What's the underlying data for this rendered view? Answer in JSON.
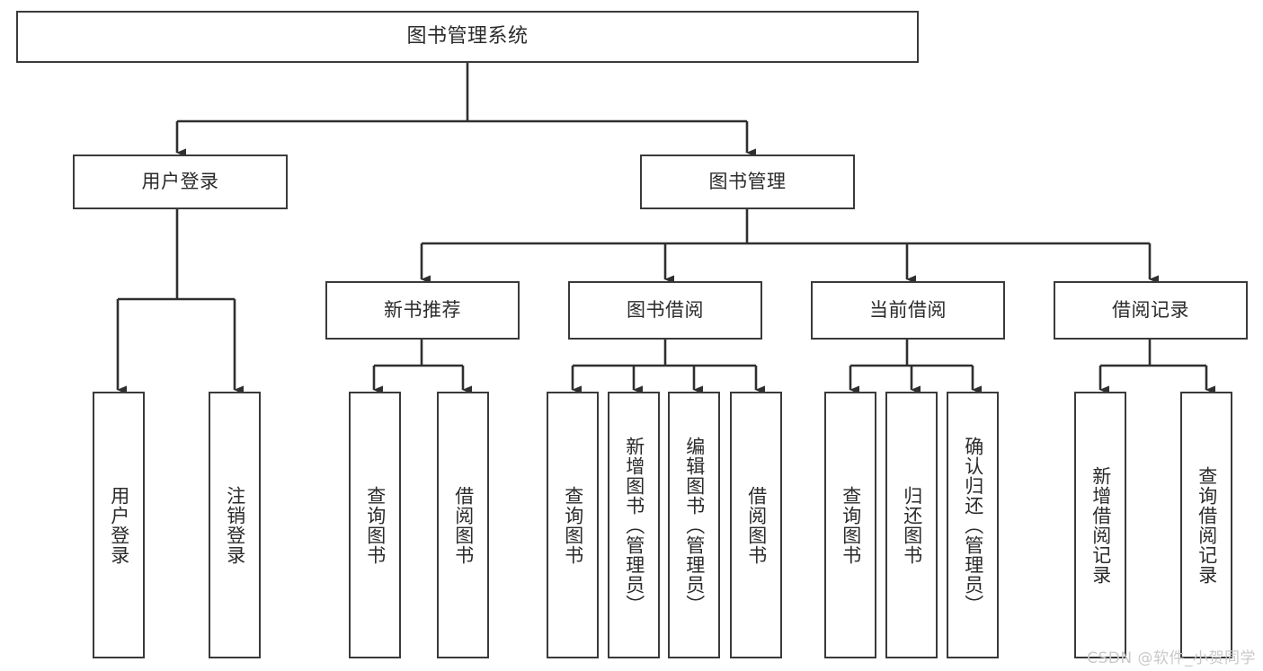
{
  "diagram": {
    "title": "图书管理系统",
    "type": "tree-hierarchy",
    "colors": {
      "box_border": "#3a3a3a",
      "box_fill": "#ffffff",
      "edge": "#2f2f2f",
      "text": "#2b2b2b",
      "watermark": "#c9c9c9"
    },
    "root": {
      "label": "图书管理系统"
    },
    "level2": [
      {
        "label": "用户登录"
      },
      {
        "label": "图书管理"
      }
    ],
    "level3": [
      {
        "label": "新书推荐"
      },
      {
        "label": "图书借阅"
      },
      {
        "label": "当前借阅"
      },
      {
        "label": "借阅记录"
      }
    ],
    "leaves": {
      "user_login": [
        {
          "label": "用户登录"
        },
        {
          "label": "注销登录"
        }
      ],
      "new_book_recommend": [
        {
          "label": "查询图书"
        },
        {
          "label": "借阅图书"
        }
      ],
      "book_borrow": [
        {
          "label": "查询图书"
        },
        {
          "label": "新增图书（管理员）"
        },
        {
          "label": "编辑图书（管理员）"
        },
        {
          "label": "借阅图书"
        }
      ],
      "current_borrow": [
        {
          "label": "查询图书"
        },
        {
          "label": "归还图书"
        },
        {
          "label": "确认归还（管理员）"
        }
      ],
      "borrow_record": [
        {
          "label": "新增借阅记录"
        },
        {
          "label": "查询借阅记录"
        }
      ]
    }
  },
  "watermark": {
    "text": "CSDN @软件_小贺同学"
  }
}
